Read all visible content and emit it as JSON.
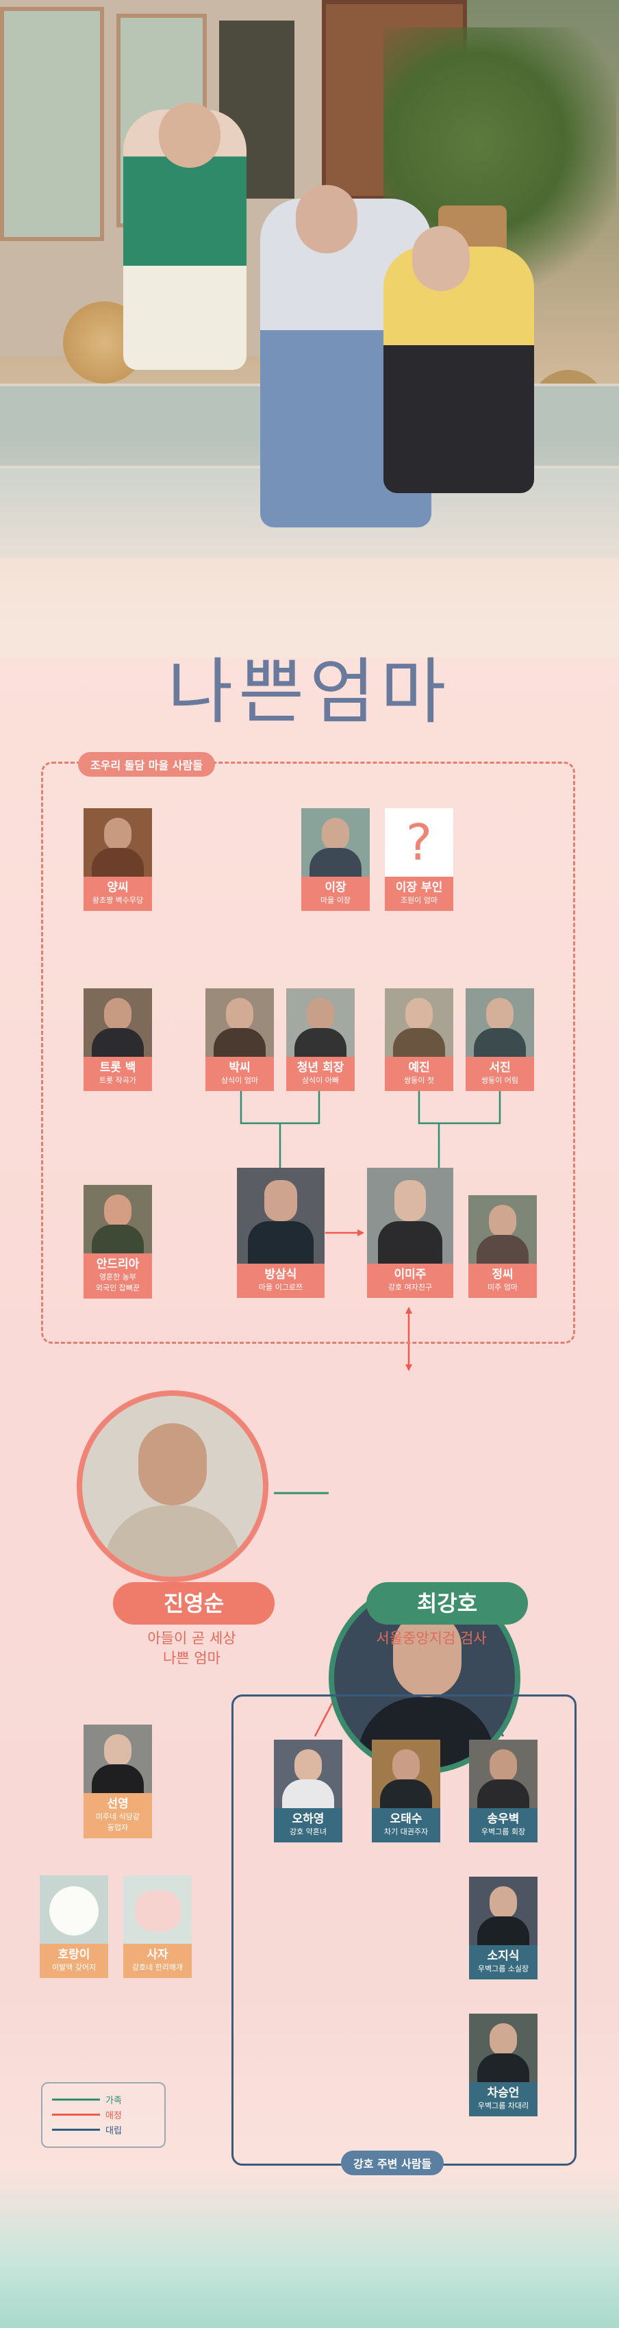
{
  "title": "나쁜엄마",
  "village_label": "조우리 돌담 마을 사람들",
  "kangho_label": "강호 주변 사람들",
  "village": {
    "yangssi": {
      "name": "양씨",
      "desc": "왕초짱 벽수무당"
    },
    "leejang": {
      "name": "이장",
      "desc": "마을 이장"
    },
    "leejang_wife": {
      "name": "이장 부인",
      "desc": "조원이 엄마",
      "mark": "?"
    },
    "trotbaek": {
      "name": "트롯 백",
      "desc": "트롯 작곡가"
    },
    "parkssi": {
      "name": "박씨",
      "desc": "삼식이 엄마"
    },
    "cheongnyeon": {
      "name": "청년 회장",
      "desc": "삼식이 아빠"
    },
    "yejin": {
      "name": "예진",
      "desc": "쌍둥이 첫"
    },
    "seojin": {
      "name": "서진",
      "desc": "쌍둥이 어림"
    },
    "andrea": {
      "name": "안드리아",
      "desc1": "영혼한 농부",
      "desc2": "외국인 잡뼈꾼"
    },
    "bangsamsik": {
      "name": "방삼식",
      "desc": "마을 이그로쯔"
    },
    "leemiju": {
      "name": "이미주",
      "desc": "강호 여자친구"
    },
    "jeongssi": {
      "name": "정씨",
      "desc": "미주 엄마"
    }
  },
  "main": {
    "mother": {
      "name": "진영순",
      "desc1": "아들이 곧 세상",
      "desc2": "나쁜 엄마"
    },
    "son": {
      "name": "최강호",
      "desc": "서울중앙지검 검사"
    }
  },
  "others": {
    "seonyeong": {
      "name": "선영",
      "desc1": "미주네 식당같",
      "desc2": "동업자"
    }
  },
  "pets": {
    "horangi": {
      "name": "호랑이",
      "desc": "이발맥 갖어지"
    },
    "saja": {
      "name": "사자",
      "desc": "강호네 한리해개"
    }
  },
  "kangho": {
    "ohayoung": {
      "name": "오하영",
      "desc": "강호 약혼녀"
    },
    "ohtaesu": {
      "name": "오태수",
      "desc": "차기 대권주자"
    },
    "songwoobyeok": {
      "name": "송우벽",
      "desc": "우벽그룹 회장"
    },
    "sojisik": {
      "name": "소지식",
      "desc": "우벽그룹 소실장"
    },
    "chaseungeon": {
      "name": "차승언",
      "desc": "우벽그룹 차대리"
    }
  },
  "legend": {
    "family": "가족",
    "love": "애정",
    "conflict": "대립"
  },
  "colors": {
    "family": "#2f8f6f",
    "love": "#ef5a4e",
    "conflict": "#2f5d80",
    "red_card": "#ef8476",
    "teal_card": "#386b7f",
    "orange_card": "#f0ad78"
  }
}
